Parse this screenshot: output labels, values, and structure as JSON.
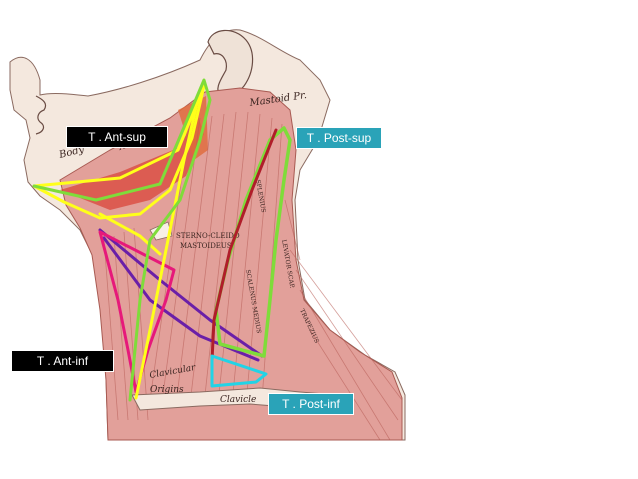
{
  "labels": {
    "ant_sup": "T . Ant-sup",
    "post_sup": "T . Post-sup",
    "ant_inf": "T . Ant-inf",
    "post_inf": "T . Post-inf"
  },
  "anatomy_text": {
    "mastoid": "Mastoid Pr.",
    "body": "Body",
    "angle": "Angle",
    "sterno_1": "STERNO-CLEIDO",
    "sterno_2": "MASTOIDEUS",
    "splenius": "SPLENIUS",
    "levator": "LEVATOR SCAP.",
    "scalenus": "SCALENUS MEDIUS",
    "trapezius": "TRAPEZIUS",
    "clavicle": "Clavicle",
    "clavicular": "Clavicular",
    "origins": "Origins"
  },
  "colors": {
    "skin": "#f4e8de",
    "muscle": "#e2a09a",
    "muscle_dark": "#c8746c",
    "fibre": "#b85f58",
    "yellow": "#ffff1a",
    "green": "#7fdc3a",
    "magenta": "#e6197a",
    "purple": "#6a1fa8",
    "cyan": "#22d3e6",
    "label_dark": "#000000",
    "label_teal": "#2aa3b8"
  }
}
